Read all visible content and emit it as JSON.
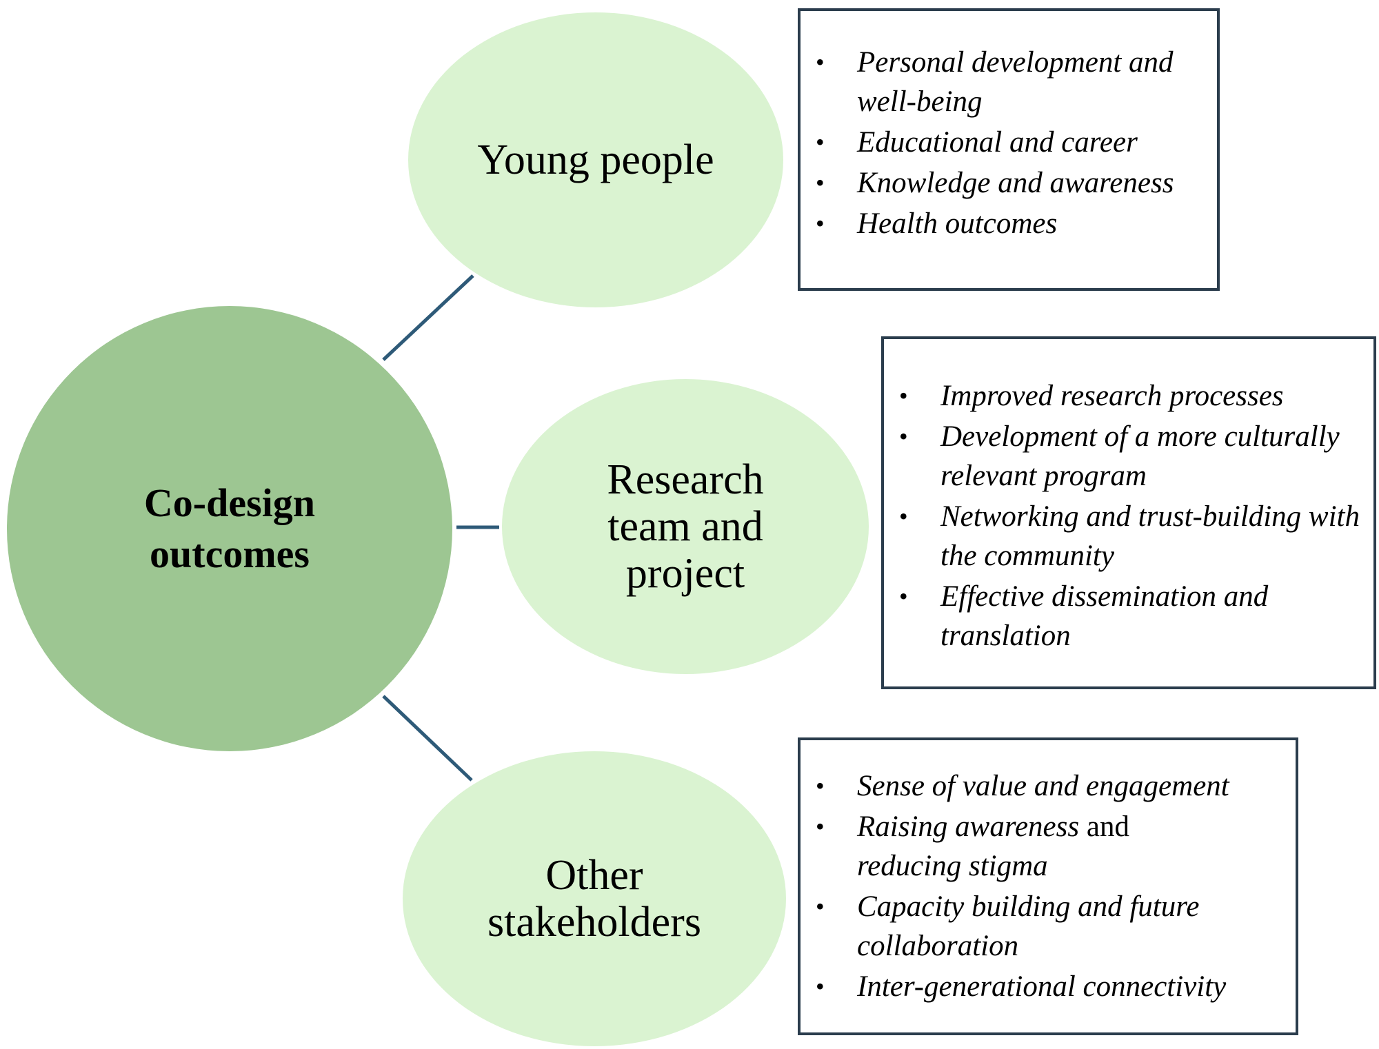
{
  "central": {
    "label_line1": "Co-design",
    "label_line2": "outcomes"
  },
  "groups": [
    {
      "id": "young",
      "label_lines": [
        "Young people"
      ],
      "outcomes": [
        {
          "text": "Personal development and well-being"
        },
        {
          "text": "Educational and career"
        },
        {
          "text": "Knowledge and awareness"
        },
        {
          "text": "Health outcomes"
        }
      ]
    },
    {
      "id": "research",
      "label_lines": [
        "Research",
        "team and",
        "project"
      ],
      "outcomes": [
        {
          "text": "Improved research processes"
        },
        {
          "text": "Development of a more culturally relevant program"
        },
        {
          "text": "Networking and trust-building with the community"
        },
        {
          "text": "Effective dissemination and translation"
        }
      ]
    },
    {
      "id": "other",
      "label_lines": [
        "Other",
        "stakeholders"
      ],
      "outcomes": [
        {
          "text": "Sense of value and engagement"
        },
        {
          "text_italic": "Raising awareness",
          "text_plain": " and",
          "text_italic_2": "reducing stigma"
        },
        {
          "text": "Capacity building and future collaboration"
        },
        {
          "text": "Inter-generational connectivity"
        }
      ]
    }
  ],
  "bullet_symbol": "•",
  "colors": {
    "central_fill": "#9dc692",
    "group_fill": "#daf3d1",
    "connector": "#2e5a78",
    "box_border": "#2b3d4d"
  }
}
